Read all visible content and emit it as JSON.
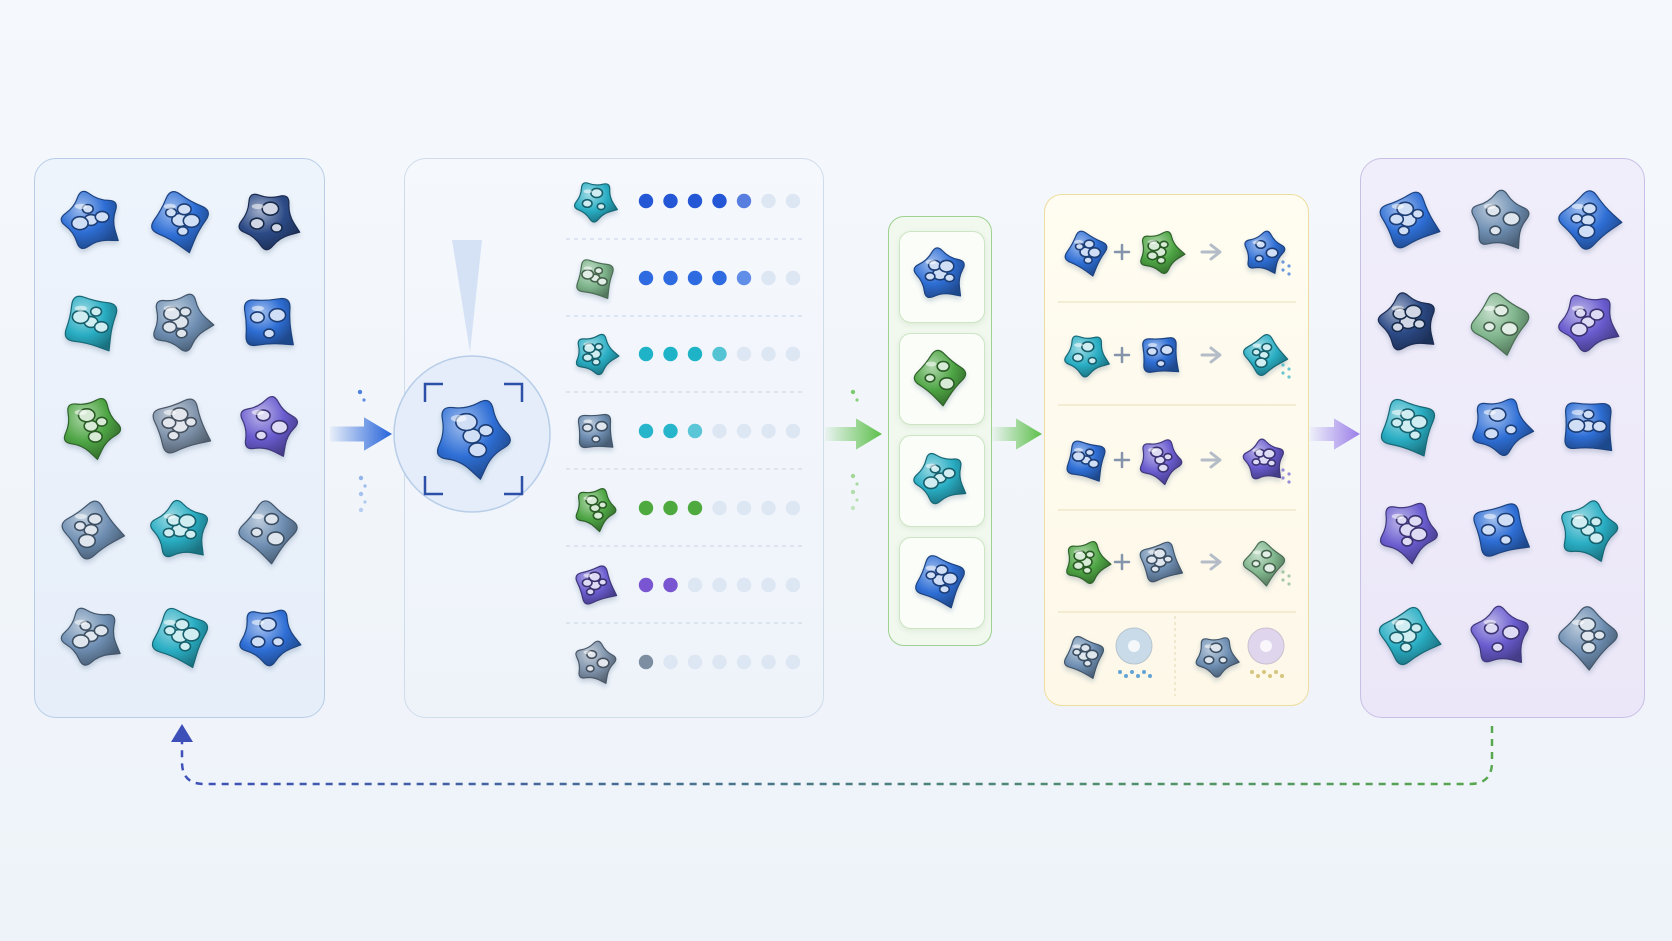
{
  "colors": {
    "blue": "#2f6fd6",
    "navy": "#2c4a86",
    "cyan": "#2aaec4",
    "green": "#4ea544",
    "sage": "#7fb58c",
    "purple": "#6a5ccf",
    "slate": "#6f8fb3",
    "grey": "#7f93ab",
    "arrow_blue": "#2563d9",
    "arrow_green": "#5cbf4a",
    "arrow_purple": "#9a7de8",
    "feedback_start": "#3d4fb8",
    "feedback_end": "#58a84f"
  },
  "population": {
    "icon": "lattice-molecule-icon",
    "colors": [
      "blue",
      "blue",
      "navy",
      "cyan",
      "slate",
      "blue",
      "green",
      "grey",
      "purple",
      "slate",
      "cyan",
      "slate",
      "slate",
      "cyan",
      "blue"
    ]
  },
  "evaluation": {
    "focus_icon": "magnifier-focus-icon",
    "rows": [
      {
        "color": "cyan",
        "score": 5,
        "max": 7,
        "dot_color": "#2357d6"
      },
      {
        "color": "sage",
        "score": 5,
        "max": 7,
        "dot_color": "#2f6be0"
      },
      {
        "color": "cyan",
        "score": 4,
        "max": 7,
        "dot_color": "#1fb3c7"
      },
      {
        "color": "slate",
        "score": 3,
        "max": 7,
        "dot_color": "#27b5cc"
      },
      {
        "color": "green",
        "score": 3,
        "max": 7,
        "dot_color": "#4ea93f"
      },
      {
        "color": "purple",
        "score": 2,
        "max": 7,
        "dot_color": "#7a55d2"
      },
      {
        "color": "grey",
        "score": 1,
        "max": 7,
        "dot_color": "#7d8ea2"
      }
    ]
  },
  "selection": {
    "colors": [
      "blue",
      "green",
      "cyan",
      "blue"
    ]
  },
  "breeding": {
    "plus_icon": "plus-icon",
    "arrow_icon": "arrow-right-icon",
    "crossovers": [
      {
        "a": "blue",
        "b": "green",
        "child": "blue"
      },
      {
        "a": "cyan",
        "b": "blue",
        "child": "cyan"
      },
      {
        "a": "blue",
        "b": "purple",
        "child": "purple"
      },
      {
        "a": "green",
        "b": "slate",
        "child": "sage"
      }
    ],
    "mutations": [
      {
        "parent": "slate",
        "bubble_color": "#9fc3e8",
        "particle_color": "#3d8fd1"
      },
      {
        "parent": "slate",
        "bubble_color": "#c8b9ef",
        "particle_color": "#cbb862"
      }
    ]
  },
  "next_generation": {
    "colors": [
      "blue",
      "slate",
      "blue",
      "navy",
      "sage",
      "purple",
      "cyan",
      "blue",
      "blue",
      "purple",
      "blue",
      "cyan",
      "cyan",
      "purple",
      "slate"
    ]
  },
  "feedback": {
    "icon": "loop-back-arrow-icon"
  }
}
